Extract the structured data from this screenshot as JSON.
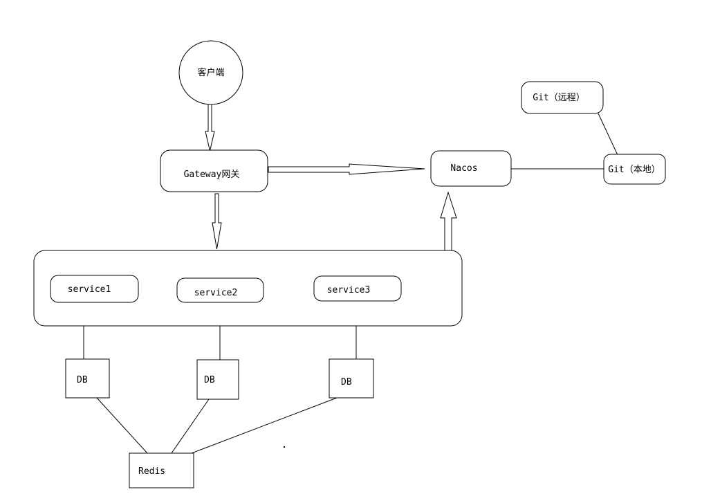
{
  "nodes": {
    "client": "客户端",
    "gateway": "Gateway网关",
    "nacos": "Nacos",
    "git_remote": "Git（远程）",
    "git_local": "Git（本地）",
    "service1": "service1",
    "service2": "service2",
    "service3": "service3",
    "db1": "DB",
    "db2": "DB",
    "db3": "DB",
    "redis": "Redis"
  }
}
